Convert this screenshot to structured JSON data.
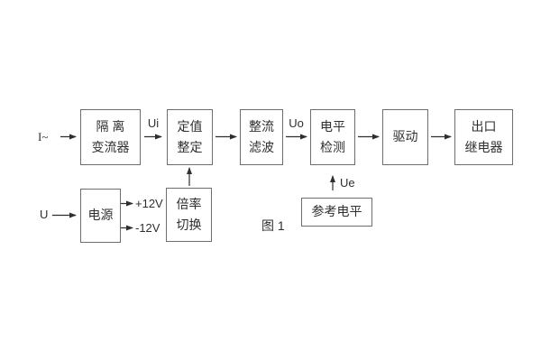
{
  "figure": {
    "caption": "图 1",
    "background": "#ffffff",
    "border_color": "#6e6e6e",
    "line_color": "#2f2f2f",
    "text_color": "#2f2f2f"
  },
  "blocks": {
    "isolation": {
      "line1": "隔 离",
      "line2": "变流器"
    },
    "setting": {
      "line1": "定值",
      "line2": "整定"
    },
    "rectifier": {
      "line1": "整流",
      "line2": "滤波"
    },
    "level_detect": {
      "line1": "电平",
      "line2": "检测"
    },
    "drive": {
      "line1": "驱动"
    },
    "output_relay": {
      "line1": "出口",
      "line2": "继电器"
    },
    "power": {
      "line1": "电源"
    },
    "ratio_switch": {
      "line1": "倍率",
      "line2": "切换"
    },
    "reference_level": {
      "line1": "参考电平"
    }
  },
  "signals": {
    "input_current": "I~",
    "ui": "Ui",
    "uo": "Uo",
    "ue": "Ue",
    "input_voltage": "U",
    "rail_positive": "+12V",
    "rail_negative": "-12V"
  }
}
